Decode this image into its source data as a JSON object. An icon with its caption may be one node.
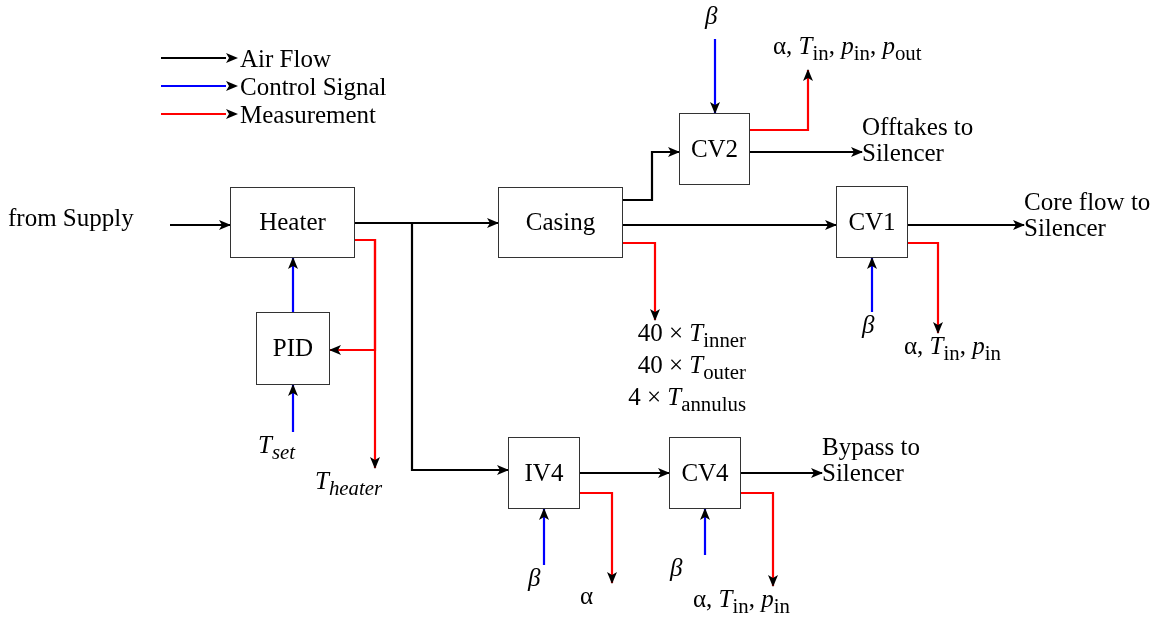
{
  "diagram": {
    "nodes": [
      {
        "text": [
          "Heater"
        ]
      },
      {
        "text": [
          "PID"
        ]
      },
      {
        "text": [
          "Casing"
        ]
      },
      {
        "text": [
          "CV2"
        ]
      },
      {
        "text": [
          "CV1"
        ]
      },
      {
        "text": [
          "IV4"
        ]
      },
      {
        "text": [
          "CV4"
        ]
      },
      {
        "text": [
          "from Supply"
        ]
      },
      {
        "text": [
          "T$_{set}$"
        ]
      },
      {
        "text": [
          "T$_{heater}$"
        ]
      },
      {
        "text": [
          "β"
        ]
      },
      {
        "text": [
          "α, *T*$_{in}$, *p*$_{in}$, *p*$_{out}$"
        ]
      },
      {
        "text": [
          "Offtakes to Silencer"
        ]
      },
      {
        "text": [
          "Core flow to Silencer"
        ]
      },
      {
        "text": [
          "β"
        ]
      },
      {
        "text": [
          "α, *T*$_{in}$, *p*$_{in}$"
        ]
      },
      {
        "text": [
          "40 × *T*$_{inner}$",
          "40 × *T*$_{outer}$",
          "4 × *T*$_{annulus}$"
        ]
      },
      {
        "text": [
          "Bypass to Silencer"
        ]
      },
      {
        "text": [
          "β"
        ]
      },
      {
        "text": [
          "α"
        ]
      },
      {
        "text": [
          "β"
        ]
      },
      {
        "text": [
          "α, *T*$_{in}$, *p*$_{in}$"
        ]
      }
    ],
    "edges": [
      {
        "from": 7,
        "to": 0,
        "arrow": "to"
      },
      {
        "from": 0,
        "to": 2,
        "arrow": "to"
      },
      {
        "from": 0,
        "to": 5,
        "arrow": "to"
      },
      {
        "from": 2,
        "to": 3,
        "arrow": "to"
      },
      {
        "from": 2,
        "to": 4,
        "arrow": "to"
      },
      {
        "from": 3,
        "to": 12,
        "arrow": "to"
      },
      {
        "from": 4,
        "to": 13,
        "arrow": "to"
      },
      {
        "from": 5,
        "to": 6,
        "arrow": "to"
      },
      {
        "from": 6,
        "to": 17,
        "arrow": "to"
      },
      {
        "from": 1,
        "to": 0,
        "arrow": "to",
        "color": "#0000ff"
      },
      {
        "from": 8,
        "to": 1,
        "arrow": "to",
        "color": "#0000ff"
      },
      {
        "from": 10,
        "to": 3,
        "arrow": "to",
        "color": "#0000ff"
      },
      {
        "from": 14,
        "to": 4,
        "arrow": "to",
        "color": "#0000ff"
      },
      {
        "from": 18,
        "to": 5,
        "arrow": "to",
        "color": "#0000ff"
      },
      {
        "from": 20,
        "to": 6,
        "arrow": "to",
        "color": "#0000ff"
      },
      {
        "from": 0,
        "to": 1,
        "arrow": "to",
        "color": "#ff0000"
      },
      {
        "from": 0,
        "to": 9,
        "arrow": "to",
        "color": "#ff0000"
      },
      {
        "from": 2,
        "to": 16,
        "arrow": "to",
        "color": "#ff0000"
      },
      {
        "from": 3,
        "to": 11,
        "arrow": "to",
        "color": "#ff0000"
      },
      {
        "from": 4,
        "to": 15,
        "arrow": "to",
        "color": "#ff0000"
      },
      {
        "from": 5,
        "to": 19,
        "arrow": "to",
        "color": "#ff0000"
      },
      {
        "from": 6,
        "to": 21,
        "arrow": "to",
        "color": "#ff0000"
      }
    ],
    "legend": [
      {
        "text": "Air Flow"
      },
      {
        "text": "Control Signal"
      },
      {
        "text": "Measurement"
      }
    ]
  }
}
